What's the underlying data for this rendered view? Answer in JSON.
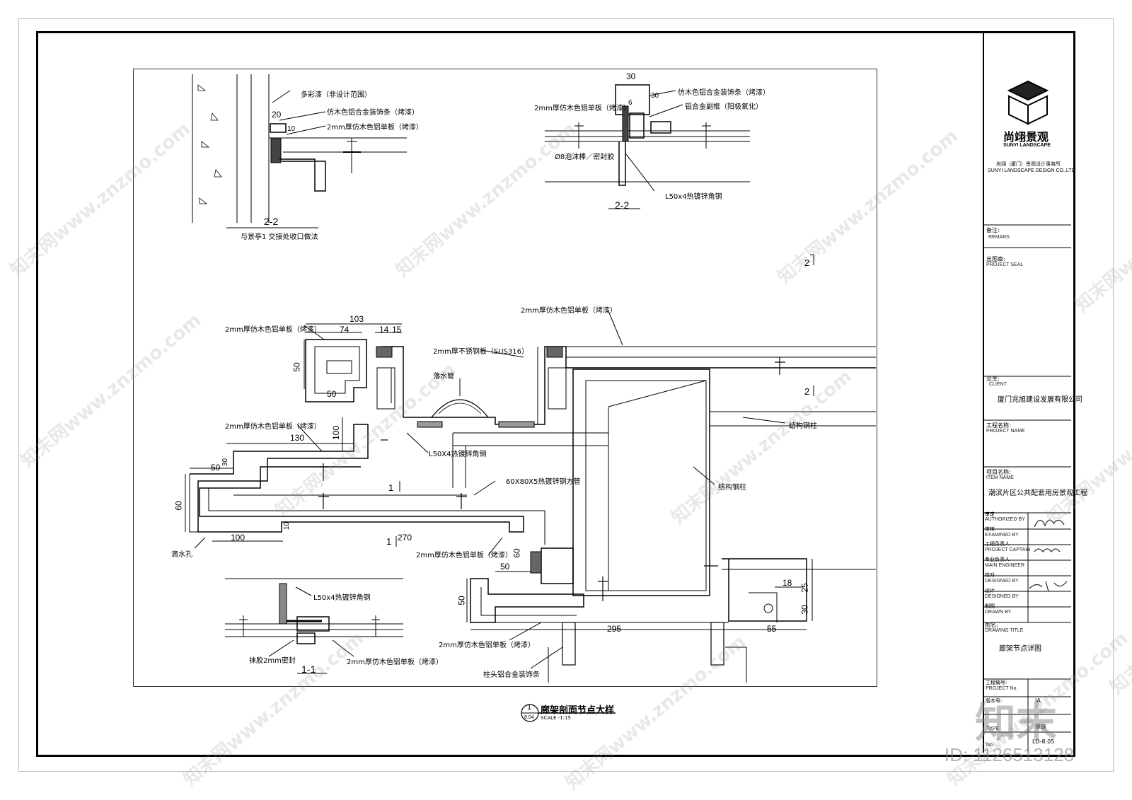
{
  "watermarks": [
    "知末网www.znzmo.com",
    "知末网www.znzmo.com",
    "知末网www.znzmo.com",
    "知末网www.znzmo.com",
    "知末网www.znzmo.com",
    "知末网www.znzmo.com",
    "知末网www.znzmo.com",
    "知末网www.znzmo.com",
    "知末网www.znzmo.com",
    "知末网www.znzmo.com",
    "知末网www.znzmo.com",
    "知末网www.znzmo.com"
  ],
  "id_label": "ID: 1126513128",
  "brand_stamp": "知末",
  "logo": {
    "cn": "尚翊景观",
    "en": "SUNYI LANDSCAPE",
    "firm_cn": "尚翊（厦门）景观设计事务所",
    "firm_en": "SUNYI LANDSCAPE DESIGN CO.,LTD"
  },
  "titleblock": {
    "remarks_cn": "备注:",
    "remarks_en": "REMARS",
    "seal_cn": "出图章:",
    "seal_en": "PROJECT SEAL",
    "client_cn": "业主:",
    "client_en": "CLIENT",
    "client_val": "厦门兆旭建设发展有限公司",
    "project_cn": "工程名称:",
    "project_en": "PROJECT NAME",
    "item_cn": "项目名称:",
    "item_en": "ITEM NAME",
    "item_val": "潮滨片区公共配套用房景观工程",
    "auth_cn": "审定",
    "auth_en": "AUTHORIZED BY",
    "exam_cn": "审核",
    "exam_en": "EXAMINED BY",
    "captain_cn": "工程负责人",
    "captain_en": "PROJECT CAPTAIN",
    "main_cn": "专业负责人",
    "main_en": "MAIN ENGINEER",
    "check_cn": "校对",
    "check_en": "DESIGNED BY",
    "design_cn": "设计",
    "design_en": "DESIGNED BY",
    "drawn_cn": "制图",
    "drawn_en": "DRAWN BY",
    "dtitle_cn": "图名:",
    "dtitle_en": "DRAWING TITLE",
    "dtitle_val": "廊架节点详图",
    "pno_cn": "工程编号:",
    "pno_en": "PROJECT No.",
    "ver_cn": "版本号:",
    "ver_val": "IA",
    "type_en": "TYPE",
    "type_val": "景施",
    "no_en": "No.",
    "no_val": "LD-8.05"
  },
  "main_title": {
    "num": "1",
    "sheet": "8.04",
    "title": "廊架剖面节点大样",
    "scale": "SCALE -1:15"
  },
  "detail_tl": {
    "labels": [
      "多彩漆（非设计范围）",
      "仿木色铝合金装饰条（烤漆）",
      "2mm厚仿木色铝单板（烤漆）"
    ],
    "dims": [
      "20",
      "10"
    ],
    "title": "2-2",
    "subtitle": "与景亭1 交接处收口做法"
  },
  "detail_tr": {
    "labels": [
      "2mm厚仿木色铝单板（烤漆）",
      "仿木色铝合金装饰条（烤漆）",
      "铝合金副框（阳极氧化）",
      "Ø8泡沫棒／密封胶",
      "L50x4热镀锌角钢"
    ],
    "dims": [
      "30",
      "6",
      "30"
    ],
    "title": "2-2"
  },
  "detail_main": {
    "labels": [
      "2mm厚仿木色铝单板（烤漆）",
      "2mm厚仿木色铝单板（烤漆）",
      "2mm厚不锈钢板（SUS316）",
      "落水管",
      "2mm厚仿木色铝单板（烤漆）",
      "L50X4热镀锌角钢",
      "结构钢柱",
      "60X80X5热镀锌钢方管",
      "结构钢柱",
      "滴水孔",
      "2mm厚仿木色铝单板（烤漆）",
      "2mm厚仿木色铝单板（烤漆）",
      "柱头铝合金装饰条"
    ],
    "dims": [
      "103",
      "74",
      "14",
      "15",
      "50",
      "50",
      "100",
      "130",
      "50",
      "30",
      "60",
      "100",
      "10",
      "270",
      "60",
      "50",
      "50",
      "295",
      "18",
      "25",
      "30",
      "55"
    ],
    "section_marks": [
      "2",
      "2",
      "1",
      "1"
    ]
  },
  "detail_bl": {
    "labels": [
      "L50x4热镀锌角钢",
      "抹胶2mm密封",
      "2mm厚仿木色铝单板（烤漆）"
    ],
    "title": "1-1"
  }
}
